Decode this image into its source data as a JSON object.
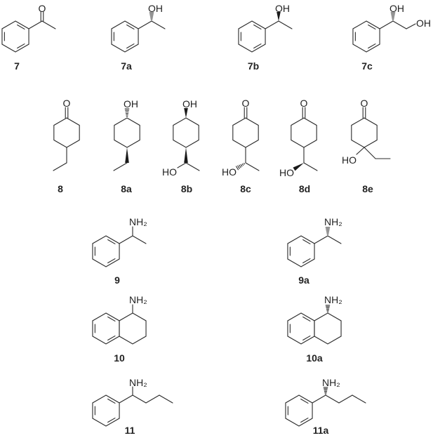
{
  "figure": {
    "compounds": [
      {
        "id": "7",
        "atom_labels": [
          "O"
        ]
      },
      {
        "id": "7a",
        "atom_labels": [
          "OH"
        ]
      },
      {
        "id": "7b",
        "atom_labels": [
          "OH"
        ]
      },
      {
        "id": "7c",
        "atom_labels": [
          "OH",
          "OH"
        ]
      },
      {
        "id": "8",
        "atom_labels": [
          "O"
        ]
      },
      {
        "id": "8a",
        "atom_labels": [
          "OH"
        ]
      },
      {
        "id": "8b",
        "atom_labels": [
          "OH",
          "HO"
        ]
      },
      {
        "id": "8c",
        "atom_labels": [
          "O",
          "HO"
        ]
      },
      {
        "id": "8d",
        "atom_labels": [
          "O",
          "HO"
        ]
      },
      {
        "id": "8e",
        "atom_labels": [
          "O",
          "HO"
        ]
      },
      {
        "id": "9",
        "atom_labels": [
          "NH₂"
        ]
      },
      {
        "id": "9a",
        "atom_labels": [
          "NH₂"
        ]
      },
      {
        "id": "10",
        "atom_labels": [
          "NH₂"
        ]
      },
      {
        "id": "10a",
        "atom_labels": [
          "NH₂"
        ]
      },
      {
        "id": "11",
        "atom_labels": [
          "NH₂"
        ]
      },
      {
        "id": "11a",
        "atom_labels": [
          "NH₂"
        ]
      }
    ]
  }
}
